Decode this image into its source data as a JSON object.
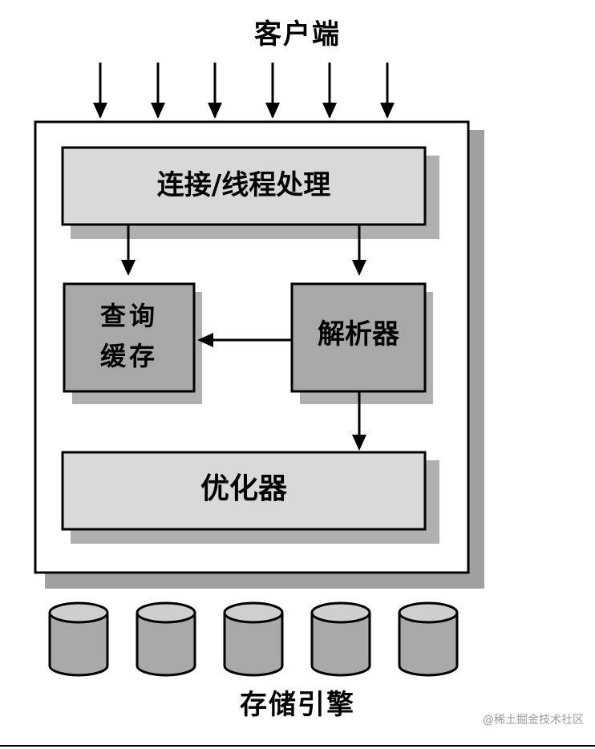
{
  "top_label": "客户端",
  "bottom_label": "存储引擎",
  "connection_box": {
    "label": "连接/线程处理"
  },
  "query_cache_box": {
    "line1": "查询",
    "line2": "缓存"
  },
  "parser_box": {
    "label": "解析器"
  },
  "optimizer_box": {
    "label": "优化器"
  },
  "watermark": "@稀土掘金技术社区",
  "colors": {
    "box_fill": "#d4d4d4",
    "box_fill_dark": "#a8a8a8",
    "shadow": "#9e9e9e",
    "stroke": "#000000",
    "cylinder_fill": "#a9a9a9",
    "cylinder_top": "#cfcfcf"
  },
  "client_arrow_count": 6,
  "storage_engine_count": 5
}
